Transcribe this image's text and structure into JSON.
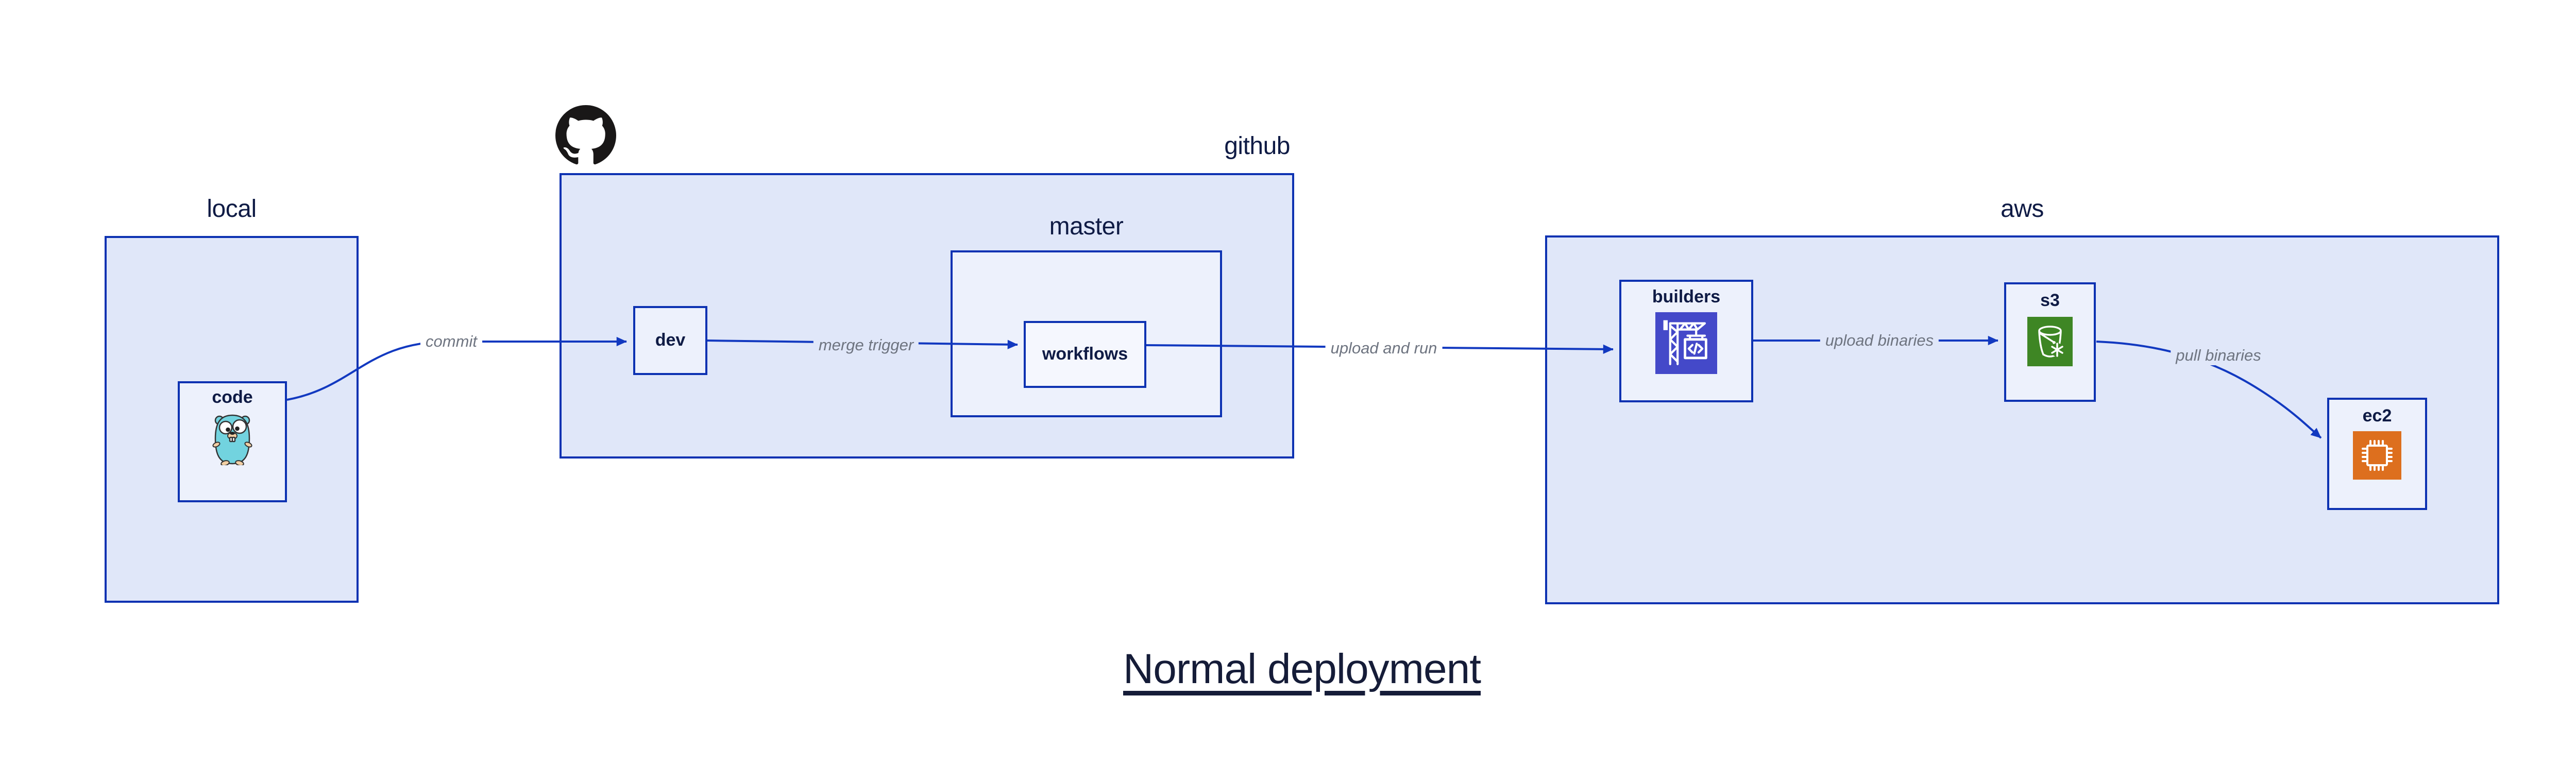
{
  "diagram_title": "Normal deployment",
  "containers": {
    "local": {
      "label": "local"
    },
    "github": {
      "label": "github",
      "icon": "github-octocat-icon"
    },
    "master": {
      "label": "master"
    },
    "aws": {
      "label": "aws"
    }
  },
  "nodes": {
    "code": {
      "label": "code",
      "icon": "go-gopher-icon"
    },
    "dev": {
      "label": "dev"
    },
    "workflows": {
      "label": "workflows"
    },
    "builders": {
      "label": "builders",
      "icon": "aws-codebuild-icon"
    },
    "s3": {
      "label": "s3",
      "icon": "aws-s3-bucket-icon"
    },
    "ec2": {
      "label": "ec2",
      "icon": "aws-ec2-chip-icon"
    }
  },
  "edges": [
    {
      "from": "code",
      "to": "dev",
      "label": "commit"
    },
    {
      "from": "dev",
      "to": "workflows",
      "label": "merge trigger"
    },
    {
      "from": "workflows",
      "to": "builders",
      "label": "upload and run"
    },
    {
      "from": "builders",
      "to": "s3",
      "label": "upload binaries"
    },
    {
      "from": "s3",
      "to": "ec2",
      "label": "pull binaries"
    }
  ],
  "colors": {
    "canvas": "#ffffff",
    "border": "#0d32b2",
    "edge": "#1239c0",
    "fill_level1": "#e0e7f9",
    "fill_level2": "#edf1fc",
    "fill_level3": "#f5f7fe",
    "label_text": "#0f1b45",
    "edge_label_text": "#6e7480",
    "title_text": "#151c38",
    "octocat_black": "#191717",
    "gopher_body": "#72d3df",
    "gopher_tan": "#f2cfa4",
    "codebuild_purple": "#4449c9",
    "s3_green": "#3e8624",
    "ec2_orange": "#dd6f1e"
  }
}
